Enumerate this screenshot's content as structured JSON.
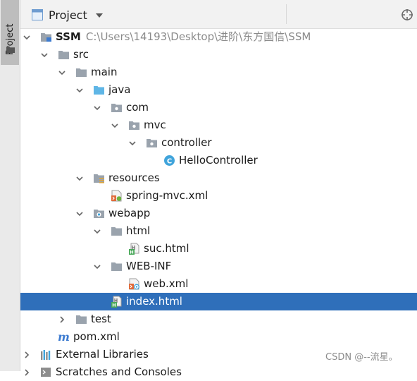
{
  "sidebar": {
    "tab_label": "Project"
  },
  "header": {
    "title": "Project"
  },
  "tree": {
    "root_name": "SSM",
    "root_path": "C:\\Users\\14193\\Desktop\\进阶\\东方国信\\SSM",
    "src": "src",
    "main": "main",
    "java": "java",
    "com": "com",
    "mvc": "mvc",
    "controller": "controller",
    "hello_controller": "HelloController",
    "resources": "resources",
    "spring_mvc_xml": "spring-mvc.xml",
    "webapp": "webapp",
    "html": "html",
    "suc_html": "suc.html",
    "web_inf": "WEB-INF",
    "web_xml": "web.xml",
    "index_html": "index.html",
    "test": "test",
    "pom_xml": "pom.xml",
    "external_libraries": "External Libraries",
    "scratches": "Scratches and Consoles"
  },
  "watermark": "CSDN @--流星。",
  "colors": {
    "selection": "#2f6fba",
    "folder": "#9aa3ad",
    "source_folder": "#5fb6e6",
    "class_icon": "#40a4db"
  }
}
